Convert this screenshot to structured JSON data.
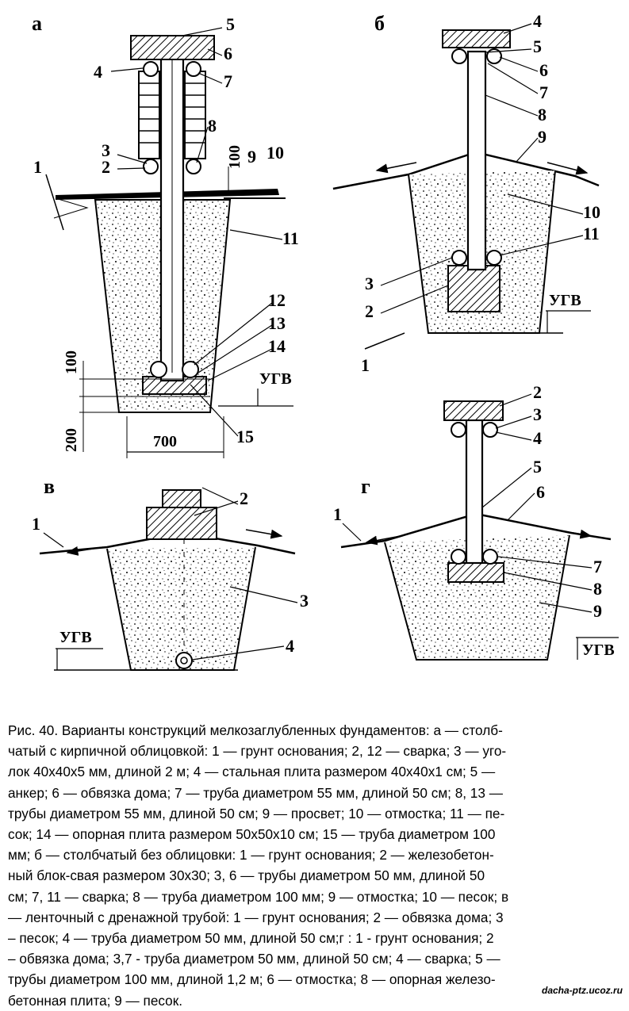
{
  "figure": {
    "panels": [
      {
        "letter": "а",
        "callouts": [
          "1",
          "2",
          "3",
          "4",
          "5",
          "6",
          "7",
          "8",
          "9",
          "10",
          "11",
          "12",
          "13",
          "14",
          "15"
        ],
        "dimensions": {
          "gap": "100",
          "plate_height": "100",
          "base_height": "200",
          "width": "700"
        },
        "water_table": "УГВ"
      },
      {
        "letter": "б",
        "callouts": [
          "1",
          "2",
          "3",
          "4",
          "5",
          "6",
          "7",
          "8",
          "9",
          "10",
          "11"
        ],
        "water_table": "УГВ"
      },
      {
        "letter": "в",
        "callouts": [
          "1",
          "2",
          "3",
          "4"
        ],
        "water_table": "УГВ"
      },
      {
        "letter": "г",
        "callouts": [
          "1",
          "2",
          "3",
          "4",
          "5",
          "6",
          "7",
          "8",
          "9"
        ],
        "water_table": "УГВ"
      }
    ]
  },
  "caption": {
    "lines": [
      "Рис. 40. Варианты конструкций мелкозаглубленных фундаментов:  а — столб-",
      "чатый с кирпичной облицовкой: 1 — грунт основания; 2, 12 — сварка; 3 — уго-",
      "лок 40х40х5 мм, длиной 2 м; 4 — стальная плита размером 40х40х1 см; 5 —",
      "анкер; 6 — обвязка дома; 7 — труба диаметром 55 мм, длиной 50 см; 8, 13 —",
      "трубы диаметром 55 мм, длиной 50 см; 9 — просвет; 10 — отмостка; 11 — пе-",
      "сок; 14 — опорная плита размером 50х50х10 см; 15 — труба диаметром 100",
      "мм; б — столбчатый без облицовки: 1 — грунт основания; 2 — железобетон-",
      "ный блок-свая размером 30х30; 3, 6 — трубы диаметром 50 мм, длиной 50",
      "см; 7, 11 — сварка; 8 — труба диаметром 100 мм; 9 — отмостка; 10 — песок; в",
      "— ленточный с дренажной трубой: 1 — грунт основания; 2 — обвязка дома; 3",
      "– песок; 4 — труба диаметром 50 мм, длиной 50 см;г : 1 - грунт основания; 2",
      "– обвязка дома; 3,7 - труба диаметром 50 мм, длиной 50 см; 4 — сварка; 5 —",
      "трубы диаметром 100 мм, длиной 1,2 м; 6 — отмостка; 8 — опорная железо-",
      "бетонная плита; 9 — песок."
    ]
  },
  "watermark": "dacha-ptz.ucoz.ru"
}
